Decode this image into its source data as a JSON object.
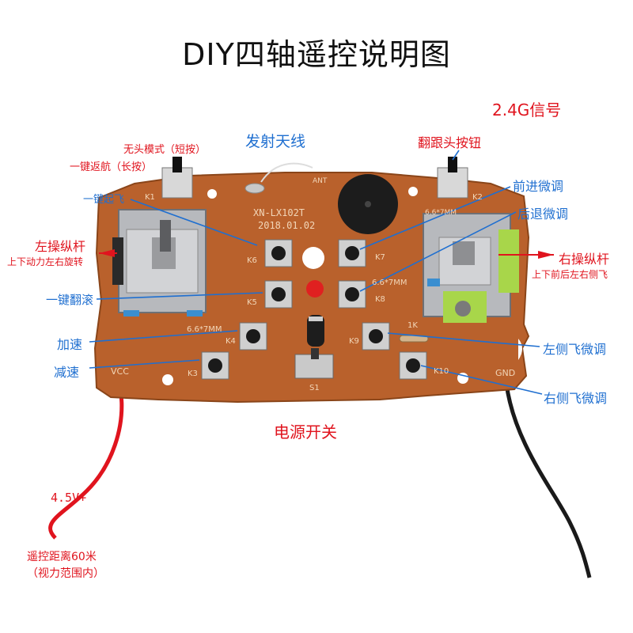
{
  "title": "DIY四轴遥控说明图",
  "colors": {
    "red": "#e0141e",
    "blue": "#1f6fd0",
    "board": "#b9612c"
  },
  "board": {
    "model": "XN-LX102T",
    "date": "2018.01.02",
    "ant": "ANT",
    "vcc": "VCC",
    "gnd": "GND",
    "s1": "S1",
    "r1k": "1K",
    "size1": "6.6*7MM",
    "size2": "6.6*7MM",
    "size3": "6.6*7MM",
    "keys": [
      "K1",
      "K2",
      "K3",
      "K4",
      "K5",
      "K6",
      "K7",
      "K8",
      "K9",
      "K10"
    ]
  },
  "labels": {
    "signal": "2.4G信号",
    "antenna": "发射天线",
    "headless": "无头模式（短按）",
    "return_home": "一键返航（长按）",
    "follow_btn": "翻跟头按钮",
    "takeoff": "一键起飞",
    "forward_trim": "前进微调",
    "backward_trim": "后退微调",
    "left_stick": "左操纵杆",
    "left_stick_desc": "上下动力左右旋转",
    "right_stick": "右操纵杆",
    "right_stick_desc": "上下前后左右侧飞",
    "flip": "一键翻滚",
    "speed_up": "加速",
    "slow_down": "减速",
    "left_side_trim": "左侧飞微调",
    "right_side_trim": "右侧飞微调",
    "power_switch": "电源开关",
    "voltage": "4.5V+",
    "range1": "遥控距离60米",
    "range2": "（视力范围内）"
  }
}
